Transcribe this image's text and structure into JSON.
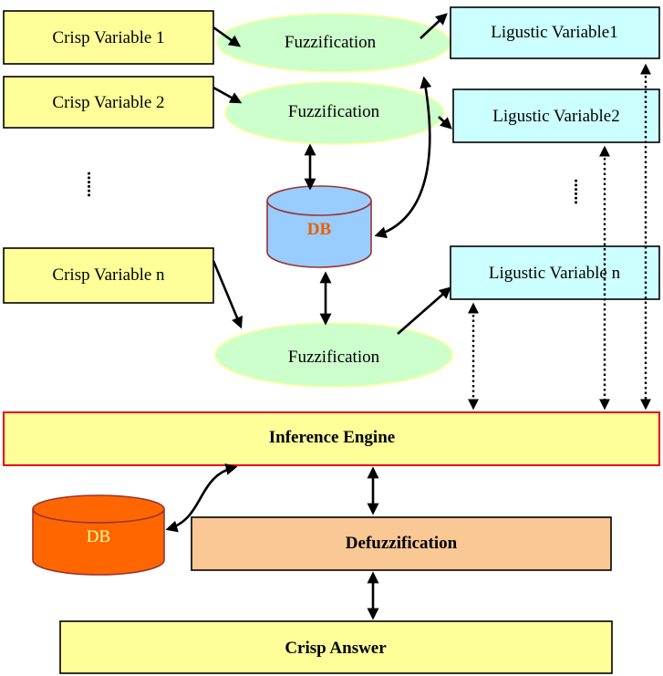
{
  "crisp_variables": [
    "Crisp Variable 1",
    "Crisp Variable  2",
    "Crisp Variable n"
  ],
  "fuzzification_labels": [
    "Fuzzification",
    "Fuzzification",
    "Fuzzification"
  ],
  "linguistic_variables": [
    "Ligustic Variable1",
    "Ligustic Variable2",
    "Ligustic Variable n"
  ],
  "db_top": "DB",
  "db_bottom": "DB",
  "inference_engine": "Inference Engine",
  "defuzzification": "Defuzzification",
  "crisp_answer": "Crisp Answer",
  "colors": {
    "yellow_box": "#ffff99",
    "cyan_box": "#ccffff",
    "fuzzification_ellipse": "#ccffcc",
    "inference_border": "#e8001c",
    "defuzzification_box": "#fac895",
    "db_top_fill": "#99ccff",
    "db_top_stroke": "#993333",
    "db_top_text": "#e86000",
    "db_bottom_fill": "#ff6600",
    "db_bottom_text": "#ffff99"
  }
}
